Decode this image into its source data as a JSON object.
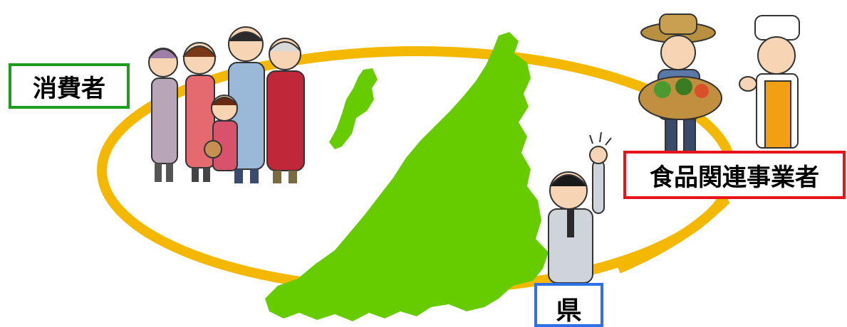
{
  "labels": {
    "consumers": "消費者",
    "food_business": "食品関連事業者",
    "prefecture": "県"
  },
  "colors": {
    "ring": "#f5b800",
    "map_fill": "#66cc00",
    "consumers_border": "#1e9c1e",
    "food_business_border": "#e8141c",
    "prefecture_border": "#2f6fe8"
  },
  "icons": {
    "family": "family-illustration",
    "farmer_and_chef": "farmer-and-chef-illustration",
    "official": "prefecture-official-illustration",
    "map": "niigata-prefecture-map"
  }
}
